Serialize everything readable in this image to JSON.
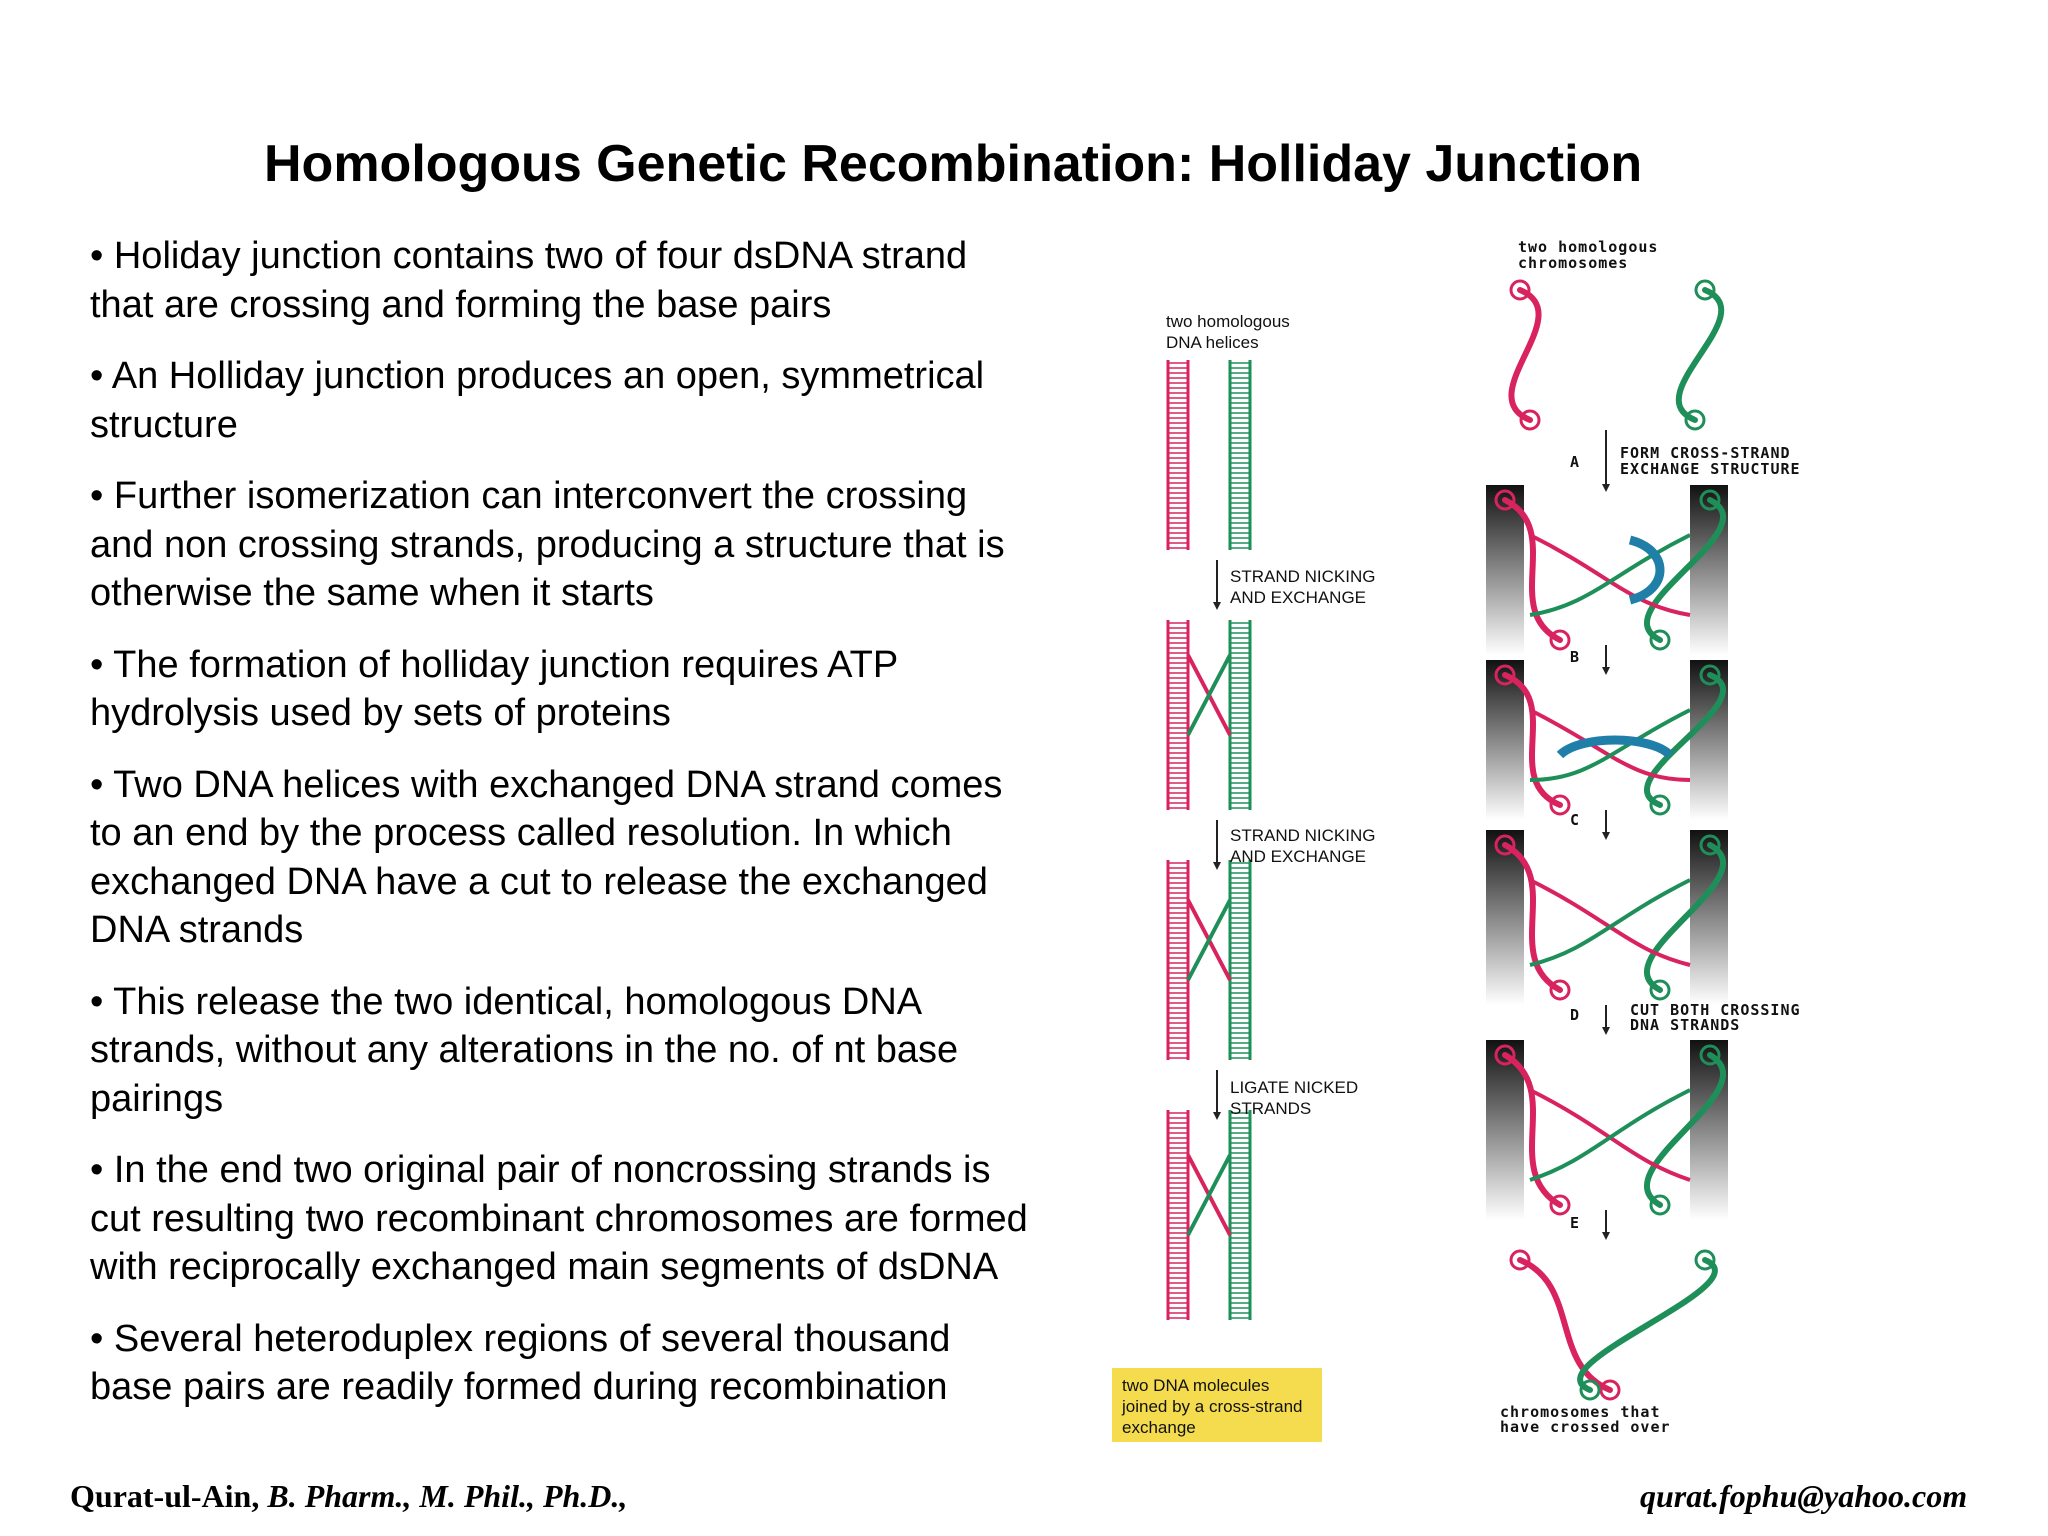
{
  "title": "Homologous Genetic Recombination: Holliday Junction",
  "bullets": [
    "• Holiday junction contains two of four dsDNA strand that are crossing and forming the base pairs",
    "• An Holliday junction produces an open, symmetrical structure",
    "• Further isomerization can interconvert the crossing and non crossing strands, producing a structure that is otherwise the same when it starts",
    "• The formation of holliday junction requires ATP hydrolysis used by sets of proteins",
    "• Two DNA helices with exchanged DNA strand comes to an end by the process called resolution. In which exchanged DNA have a cut to release the exchanged DNA strands",
    "• This release the two identical, homologous DNA strands, without any alterations in the no. of nt base pairings",
    "• In the end two original pair of noncrossing strands is cut resulting two recombinant chromosomes are formed with reciprocally exchanged main segments of dsDNA",
    "• Several heteroduplex regions of several thousand base pairs are readily formed during recombination"
  ],
  "footer": {
    "author": "Qurat-ul-Ain,",
    "credentials": " B. Pharm., M. Phil., Ph.D.,",
    "email": "qurat.fophu@yahoo.com"
  },
  "diagram": {
    "colors": {
      "red": "#d8235f",
      "green": "#1f8f5a",
      "highlight": "#f5dc4e",
      "twist": "#1f7fa8"
    },
    "left": {
      "top_label": [
        "two homologous",
        "DNA helices"
      ],
      "step1": [
        "STRAND NICKING",
        "AND EXCHANGE"
      ],
      "step2": [
        "STRAND NICKING",
        "AND EXCHANGE"
      ],
      "step3": [
        "LIGATE NICKED",
        "STRANDS"
      ],
      "bottom_label": [
        "two DNA molecules",
        "joined by a cross-strand",
        "exchange"
      ]
    },
    "right": {
      "top_label": [
        "two homologous",
        "chromosomes"
      ],
      "step_a_letter": "A",
      "step_a": [
        "FORM CROSS-STRAND",
        "EXCHANGE STRUCTURE"
      ],
      "step_b_letter": "B",
      "step_c_letter": "C",
      "step_d_letter": "D",
      "step_d": [
        "CUT BOTH CROSSING",
        "DNA STRANDS"
      ],
      "step_e_letter": "E",
      "bottom_label": [
        "chromosomes that",
        "have crossed over"
      ]
    }
  }
}
